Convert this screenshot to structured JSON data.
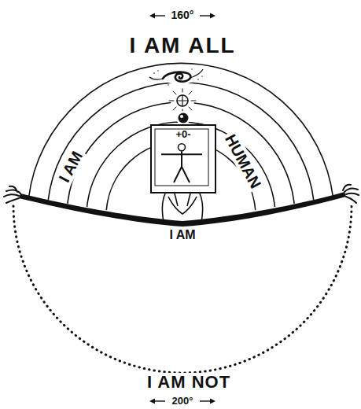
{
  "diagram": {
    "nodes": [
      {
        "text": [
          "+0-"
        ]
      }
    ],
    "labels": [
      "160°",
      "I AM ALL",
      "I AM",
      "HUMAN",
      "I AM",
      "I AM NOT",
      "200°"
    ]
  }
}
